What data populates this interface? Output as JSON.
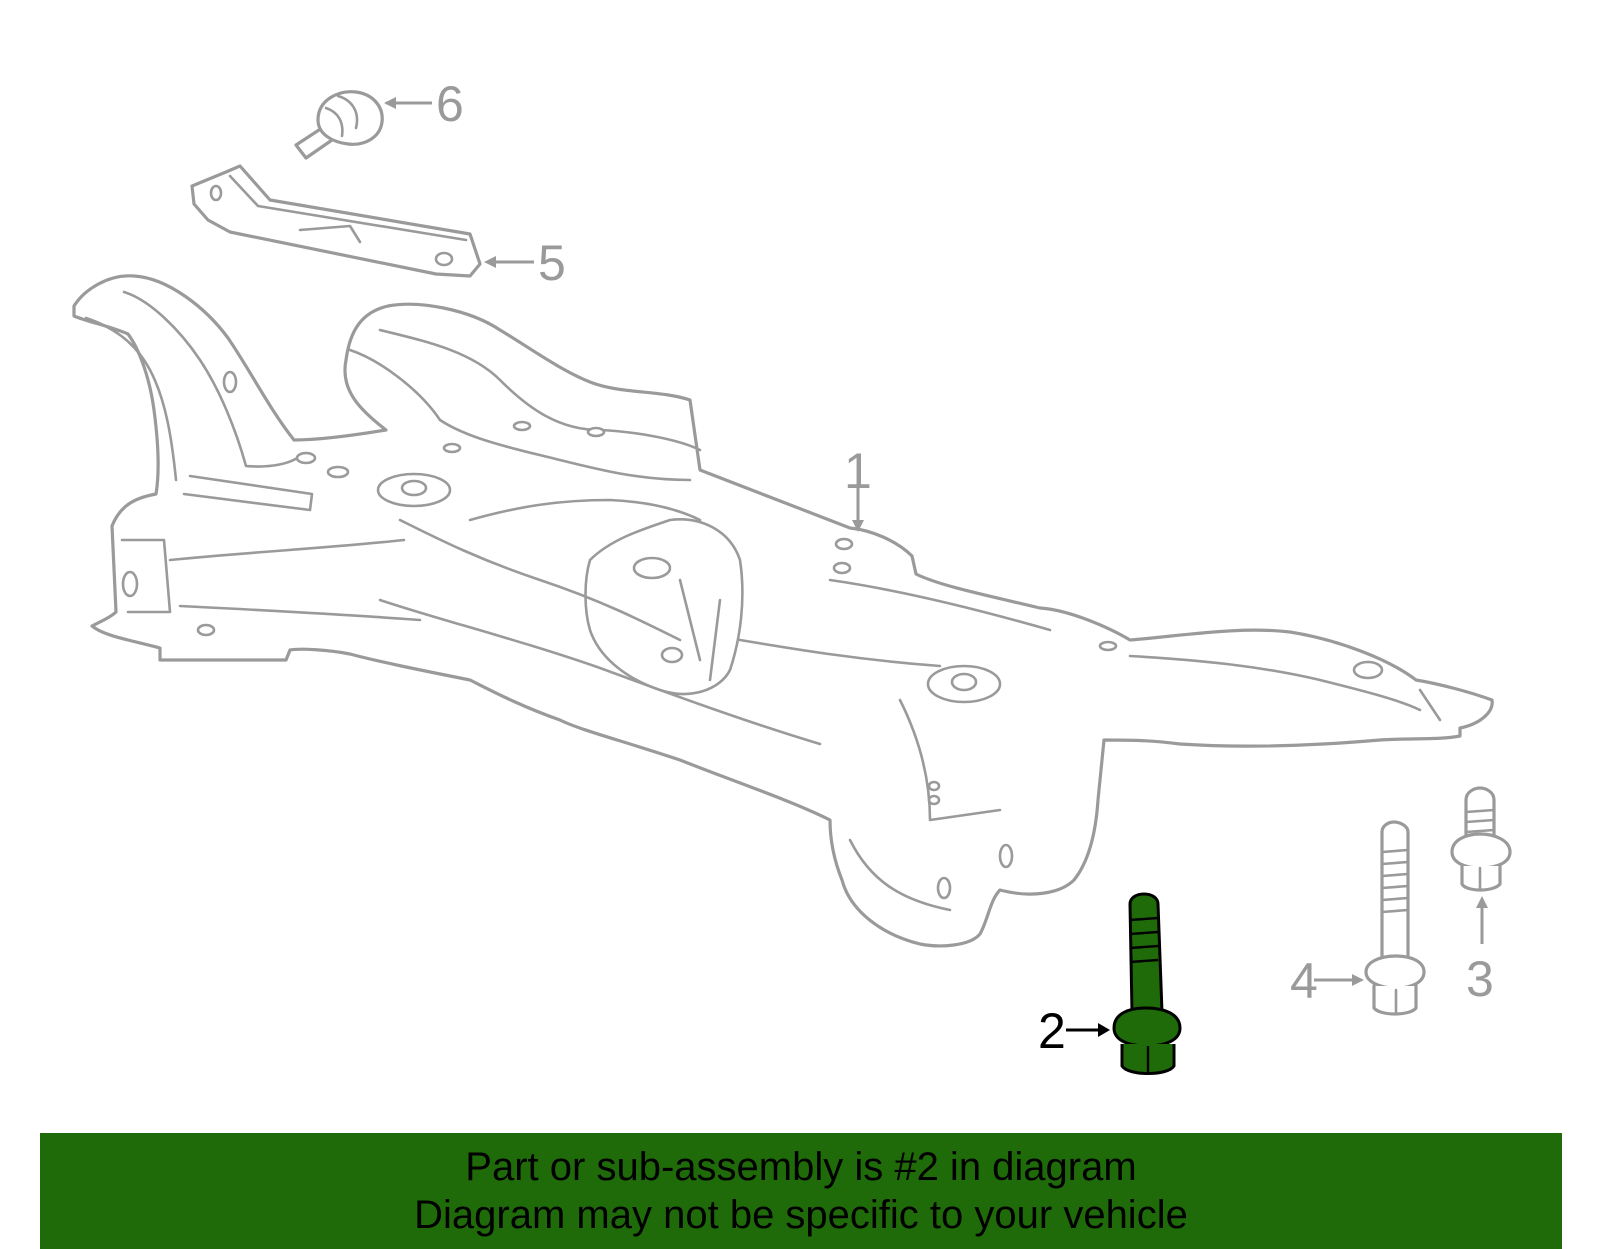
{
  "callouts": {
    "c1": "1",
    "c2": "2",
    "c3": "3",
    "c4": "4",
    "c5": "5",
    "c6": "6"
  },
  "highlighted_part": "2",
  "banner": {
    "line1": "Part or sub-assembly is #2 in diagram",
    "line2": "Diagram may not be specific to your vehicle"
  },
  "colors": {
    "highlight": "#1f6b0a",
    "line_art": "#9a9a9a",
    "background": "#ffffff"
  }
}
